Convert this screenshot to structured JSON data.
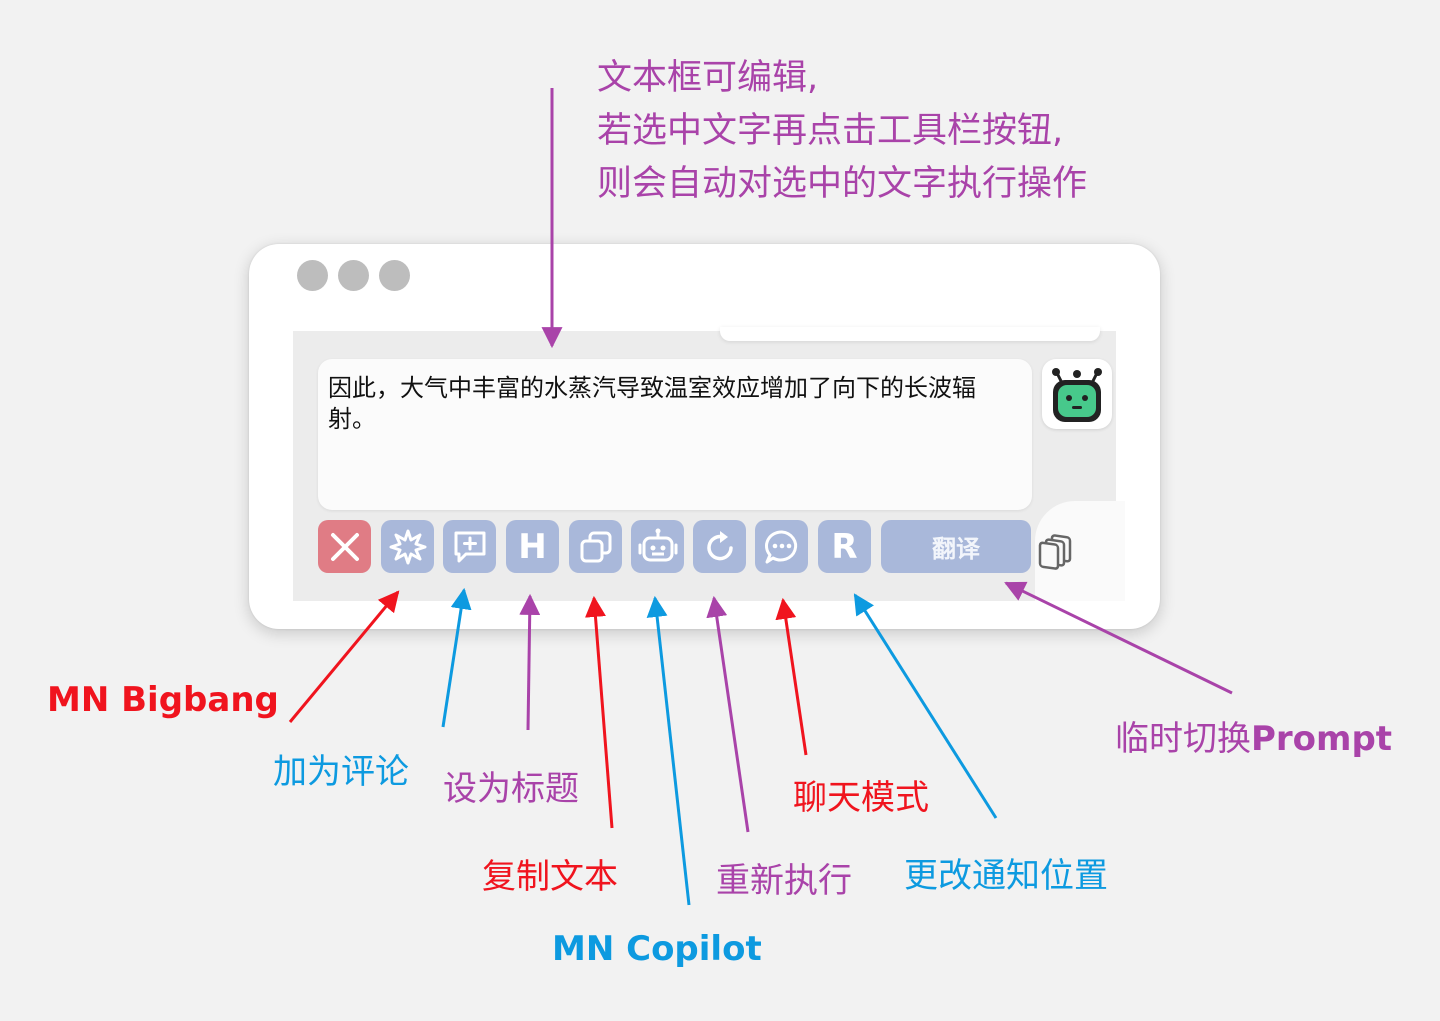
{
  "top_note": {
    "line1": "文本框可编辑,",
    "line2": "若选中文字再点击工具栏按钮,",
    "line3": "则会自动对选中的文字执行操作"
  },
  "window": {
    "text_content": "因此，大气中丰富的水蒸汽导致温室效应增加了向下的长波辐射。"
  },
  "toolbar": {
    "heading_letter": "H",
    "r_letter": "R",
    "translate_label": "翻译"
  },
  "annotations": {
    "mn_bigbang": "MN Bigbang",
    "add_comment": "加为评论",
    "set_title": "设为标题",
    "copy_text": "复制文本",
    "mn_copilot": "MN Copilot",
    "re_execute": "重新执行",
    "chat_mode": "聊天模式",
    "change_notice_position": "更改通知位置",
    "switch_prompt_prefix": "临时切换",
    "switch_prompt_suffix": "Prompt"
  },
  "colors": {
    "red": "#f0141e",
    "blue": "#0d9ae0",
    "purple": "#a943a9",
    "button": "#a9b8da",
    "close_button": "#e07c85",
    "robot_green": "#47c98b"
  },
  "icons": [
    "close-icon",
    "bigbang-icon",
    "comment-plus-icon",
    "copy-icon",
    "robot-icon",
    "refresh-icon",
    "chat-bubble-icon",
    "copy-stack-icon",
    "robot-avatar-icon"
  ]
}
